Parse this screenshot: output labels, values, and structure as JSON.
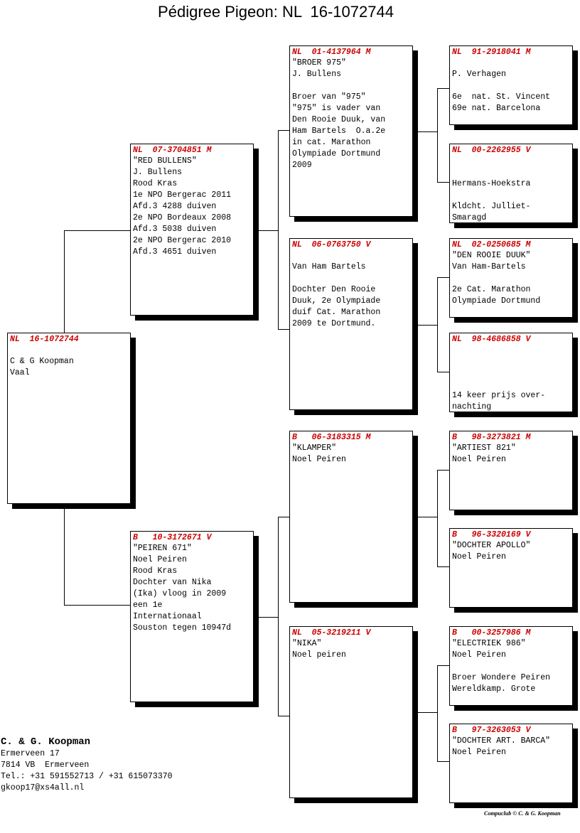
{
  "title": "Pédigree Pigeon: NL  16-1072744",
  "colors": {
    "ring": "#cc0000",
    "border": "#000000",
    "shadow": "#000000"
  },
  "pigeons": {
    "p0": {
      "ring": "NL  16-1072744",
      "lines": [
        "",
        "C & G Koopman",
        "Vaal"
      ]
    },
    "p1": {
      "ring": "NL  07-3704851 M",
      "lines": [
        "\"RED BULLENS\"",
        "J. Bullens",
        "Rood Kras",
        "1e NPO Bergerac 2011",
        "Afd.3 4288 duiven",
        "2e NPO Bordeaux 2008",
        "Afd.3 5038 duiven",
        "2e NPO Bergerac 2010",
        "Afd.3 4651 duiven"
      ]
    },
    "p2": {
      "ring": "B   10-3172671 V",
      "lines": [
        "\"PEIREN 671\"",
        "Noel Peiren",
        "Rood Kras",
        "Dochter van Nika",
        "(Ika) vloog in 2009",
        "een 1e",
        "Internationaal",
        "Souston tegen 10947d"
      ]
    },
    "p3": {
      "ring": "NL  01-4137964 M",
      "lines": [
        "\"BROER 975\"",
        "J. Bullens",
        "",
        "Broer van \"975\"",
        "\"975\" is vader van",
        "Den Rooie Duuk, van",
        "Ham Bartels  O.a.2e",
        "in cat. Marathon",
        "Olympiade Dortmund",
        "2009"
      ]
    },
    "p4": {
      "ring": "NL  06-0763750 V",
      "lines": [
        "",
        "Van Ham Bartels",
        "",
        "Dochter Den Rooie",
        "Duuk, 2e Olympiade",
        "duif Cat. Marathon",
        "2009 te Dortmund."
      ]
    },
    "p5": {
      "ring": "B   06-3183315 M",
      "lines": [
        "\"KLAMPER\"",
        "Noel Peiren"
      ]
    },
    "p6": {
      "ring": "NL  05-3219211 V",
      "lines": [
        "\"NIKA\"",
        "Noel peiren"
      ]
    },
    "p7": {
      "ring": "NL  91-2918041 M",
      "lines": [
        "",
        "P. Verhagen",
        "",
        "6e  nat. St. Vincent",
        "69e nat. Barcelona"
      ]
    },
    "p8": {
      "ring": "NL  00-2262955 V",
      "lines": [
        "",
        "",
        "Hermans-Hoekstra",
        "",
        "Kldcht. Julliet-",
        "Smaragd"
      ]
    },
    "p9": {
      "ring": "NL  02-0250685 M",
      "lines": [
        "\"DEN ROOIE DUUK\"",
        "Van Ham-Bartels",
        "",
        "2e Cat. Marathon",
        "Olympiade Dortmund"
      ]
    },
    "p10": {
      "ring": "NL  98-4686858 V",
      "lines": [
        "",
        "",
        "",
        "",
        "14 keer prijs over-",
        "nachting"
      ]
    },
    "p11": {
      "ring": "B   98-3273821 M",
      "lines": [
        "\"ARTIEST 821\"",
        "Noel Peiren"
      ]
    },
    "p12": {
      "ring": "B   96-3320169 V",
      "lines": [
        "\"DOCHTER APOLLO\"",
        "Noel Peiren"
      ]
    },
    "p13": {
      "ring": "B   00-3257986 M",
      "lines": [
        "\"ELECTRIEK 986\"",
        "Noel Peiren",
        "",
        "Broer Wondere Peiren",
        "Wereldkamp. Grote"
      ]
    },
    "p14": {
      "ring": "B   97-3263053 V",
      "lines": [
        "\"DOCHTER ART. BARCA\"",
        "Noel Peiren"
      ]
    }
  },
  "footer": {
    "name": "C. & G. Koopman",
    "address": "Ermerveen 17",
    "city": "7814 VB  Ermerveen",
    "phone": "Tel.: +31 591552713 / +31 615073370",
    "email": "gkoop17@xs4all.nl"
  },
  "credit": "Compuclub © C. & G. Koopman"
}
